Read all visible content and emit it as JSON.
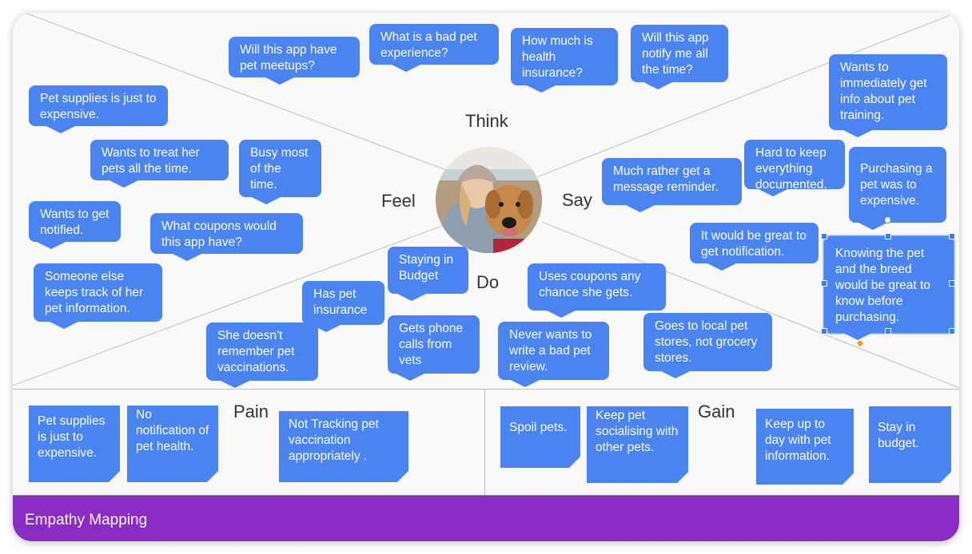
{
  "quadrant_labels": {
    "think": "Think",
    "feel": "Feel",
    "say": "Say",
    "do": "Do"
  },
  "section_labels": {
    "pain": "Pain",
    "gain": "Gain"
  },
  "footer": {
    "title": "Empathy Mapping"
  },
  "colors": {
    "card": "#4a84f0",
    "footer": "#8a2bc4",
    "background": "#f9f9f9"
  },
  "persona": {
    "image": "woman-with-golden-retriever-photo"
  },
  "think_notes": [
    "Will this app have pet meetups?",
    "What is a bad pet experience?",
    "How much is health insurance?",
    "Will this app notify me all the time?"
  ],
  "feel_notes": [
    "Pet supplies is just to expensive.",
    "Wants to treat her pets all the time.",
    "Busy most of the time.",
    "Wants to get notified.",
    "What coupons would this app have?",
    "Someone else keeps track of her pet information."
  ],
  "say_notes": [
    "Wants to immediately get info about pet training.",
    "Hard to keep everything documented.",
    "Much rather get a message reminder.",
    "Purchasing a pet was to expensive.",
    "It would be great to get notification.",
    "Knowing the pet and the breed would be great to know before purchasing."
  ],
  "do_notes": [
    "Staying in Budget",
    "Has pet insurance",
    "She doesn't remember pet vaccinations.",
    "Gets phone calls from vets",
    "Uses coupons any chance she gets.",
    "Never wants to write a bad pet review.",
    "Goes to local pet stores, not grocery stores."
  ],
  "pain_notes": [
    "Pet supplies is just to expensive.",
    "No notification of pet health.",
    "Not Tracking pet vaccination appropriately ."
  ],
  "gain_notes": [
    "Spoil pets.",
    "Keep pet socialising with other pets.",
    "Keep up to day with pet information.",
    "Stay in budget."
  ]
}
